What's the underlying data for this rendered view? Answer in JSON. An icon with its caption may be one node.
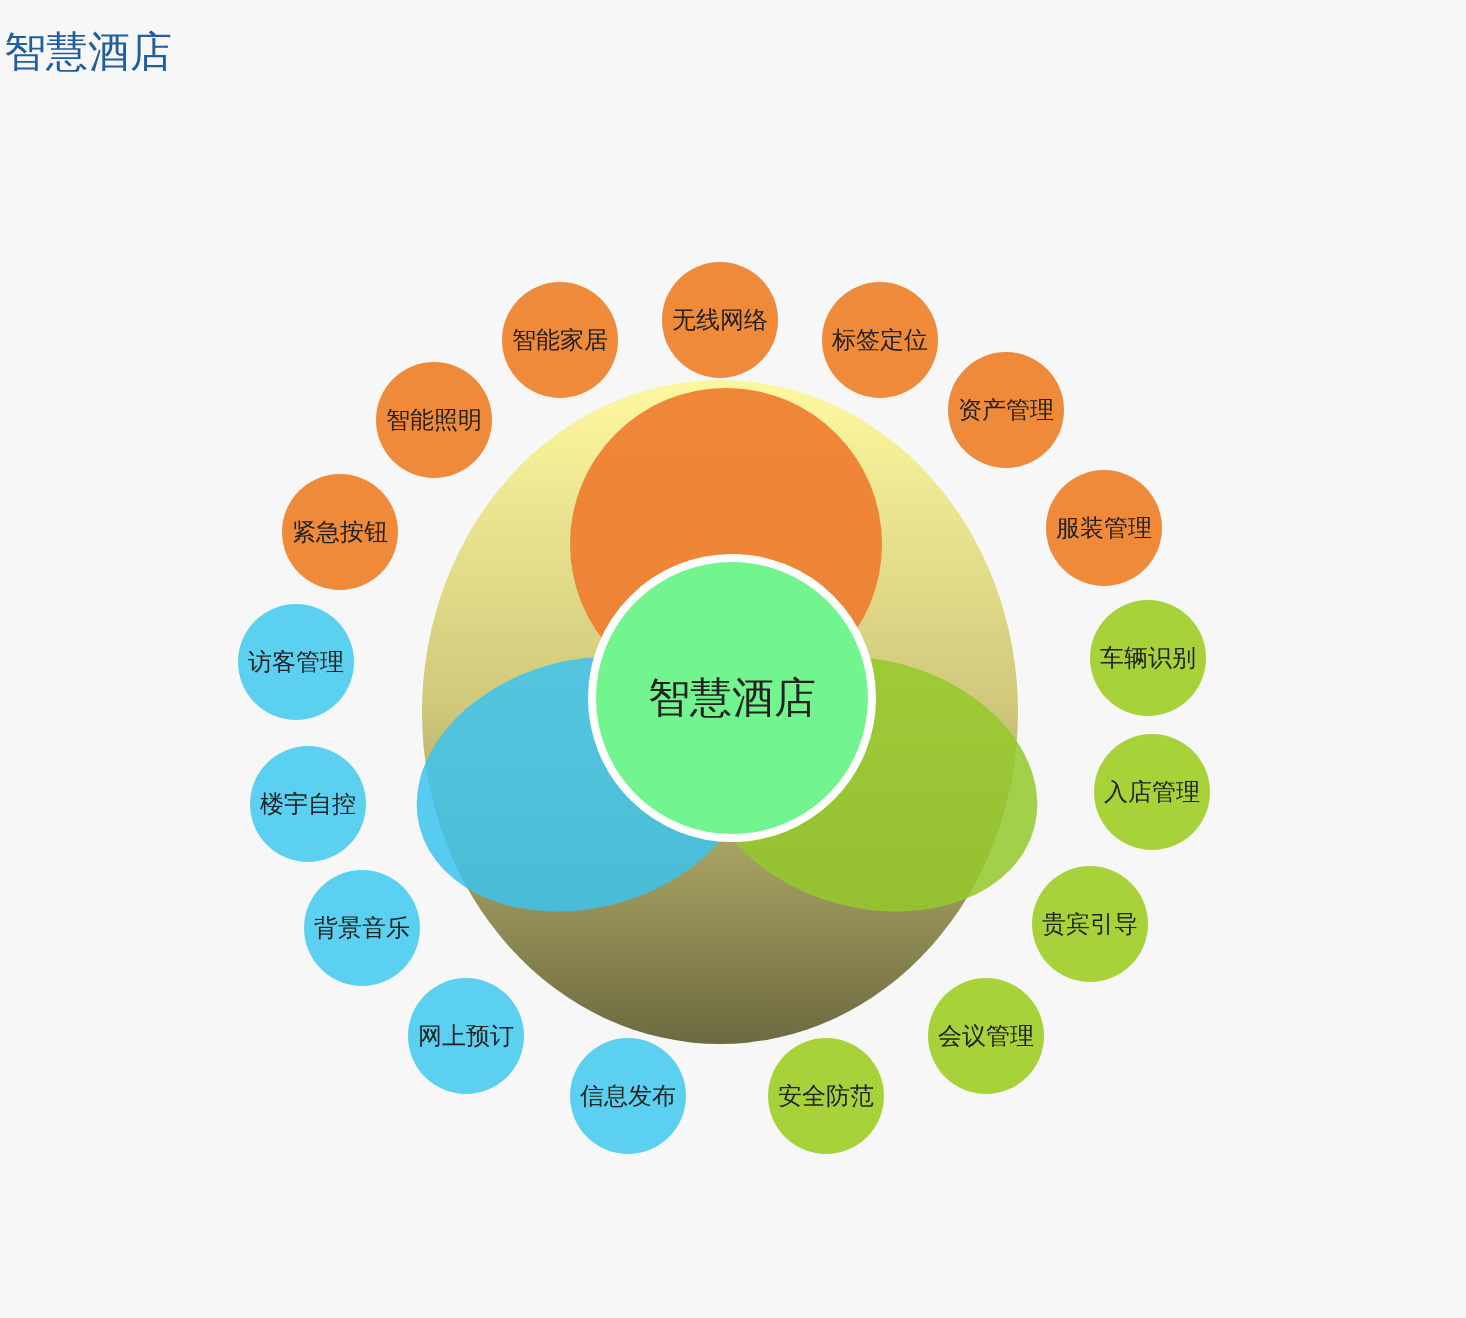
{
  "diagram": {
    "title": "智慧酒店",
    "nodes": [
      {
        "text": [
          "智慧酒店"
        ]
      },
      {
        "text": [
          "智能家居"
        ]
      },
      {
        "text": [
          "无线网络"
        ]
      },
      {
        "text": [
          "标签定位"
        ]
      },
      {
        "text": [
          "资产管理"
        ]
      },
      {
        "text": [
          "服装管理"
        ]
      },
      {
        "text": [
          "车辆识别"
        ]
      },
      {
        "text": [
          "入店管理"
        ]
      },
      {
        "text": [
          "贵宾引导"
        ]
      },
      {
        "text": [
          "会议管理"
        ]
      },
      {
        "text": [
          "安全防范"
        ]
      },
      {
        "text": [
          "信息发布"
        ]
      },
      {
        "text": [
          "网上预订"
        ]
      },
      {
        "text": [
          "背景音乐"
        ]
      },
      {
        "text": [
          "楼宇自控"
        ]
      },
      {
        "text": [
          "访客管理"
        ]
      },
      {
        "text": [
          "紧急按钮"
        ]
      },
      {
        "text": [
          "智能照明"
        ]
      }
    ]
  }
}
